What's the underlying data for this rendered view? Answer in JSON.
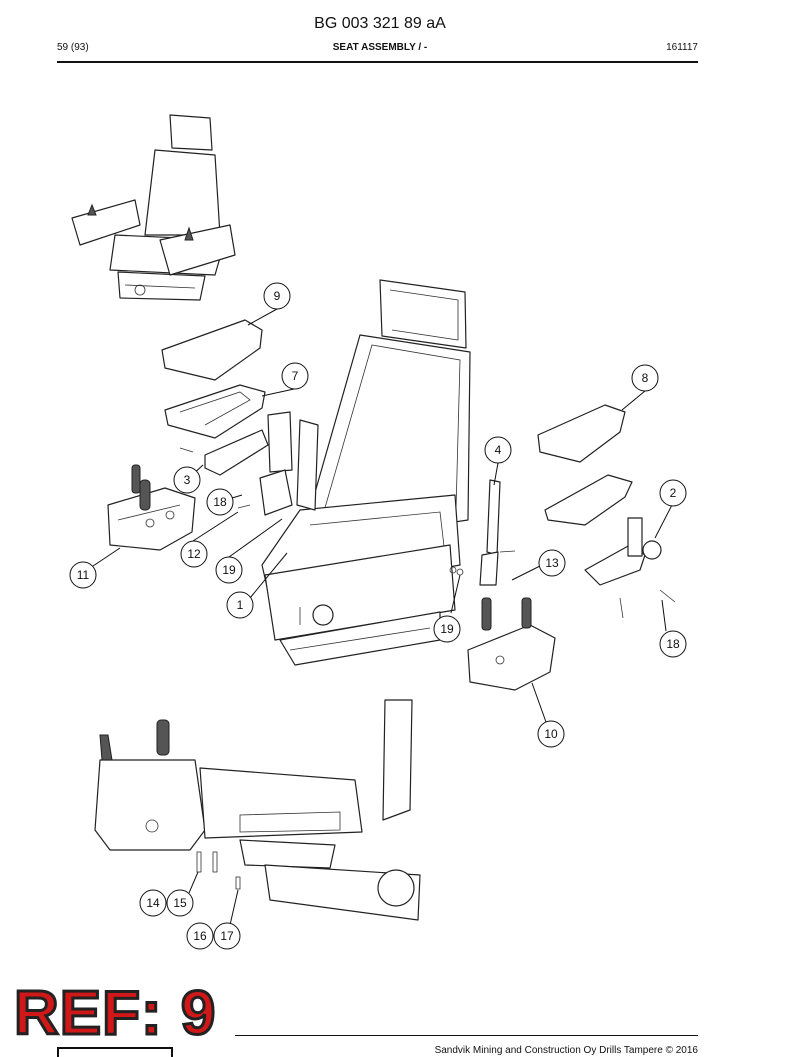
{
  "header": {
    "doc_number": "BG 003 321 89 aA",
    "page_no": "59 (93)",
    "section_title": "SEAT ASSEMBLY / -",
    "date_code": "161117"
  },
  "callouts": [
    "9",
    "7",
    "8",
    "4",
    "3",
    "18",
    "2",
    "12",
    "11",
    "19",
    "13",
    "1",
    "19",
    "18",
    "10",
    "14",
    "15",
    "16",
    "17"
  ],
  "footer": {
    "copyright": "Sandvik Mining and Construction Oy Drills Tampere © 2016",
    "ref_stamp": "REF: 9"
  }
}
